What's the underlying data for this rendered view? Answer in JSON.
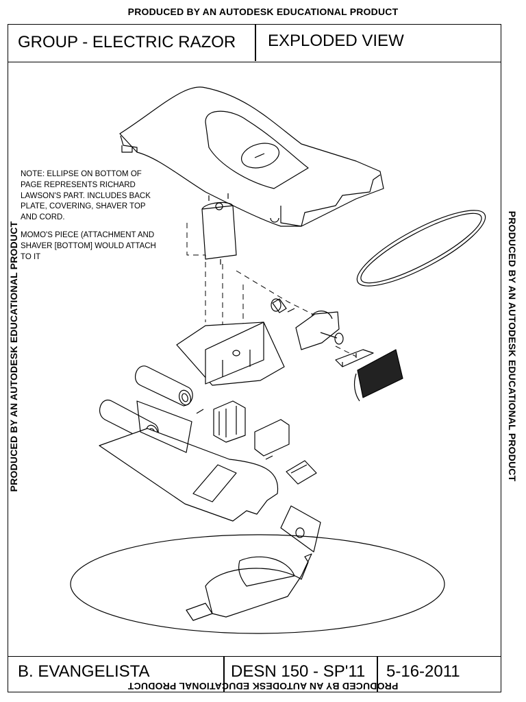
{
  "watermark": "PRODUCED BY AN AUTODESK EDUCATIONAL PRODUCT",
  "title": {
    "left": "GROUP - ELECTRIC RAZOR",
    "right": "EXPLODED VIEW"
  },
  "notes": {
    "note1": "NOTE: ELLIPSE ON BOTTOM OF PAGE REPRESENTS RICHARD LAWSON'S PART. INCLUDES BACK PLATE, COVERING, SHAVER TOP AND CORD.",
    "note2": "MOMO'S PIECE (ATTACHMENT AND SHAVER [BOTTOM] WOULD ATTACH TO IT"
  },
  "footer": {
    "author": "B. EVANGELISTA",
    "course": "DESN 150 - SP'11",
    "date": "5-16-2011"
  }
}
